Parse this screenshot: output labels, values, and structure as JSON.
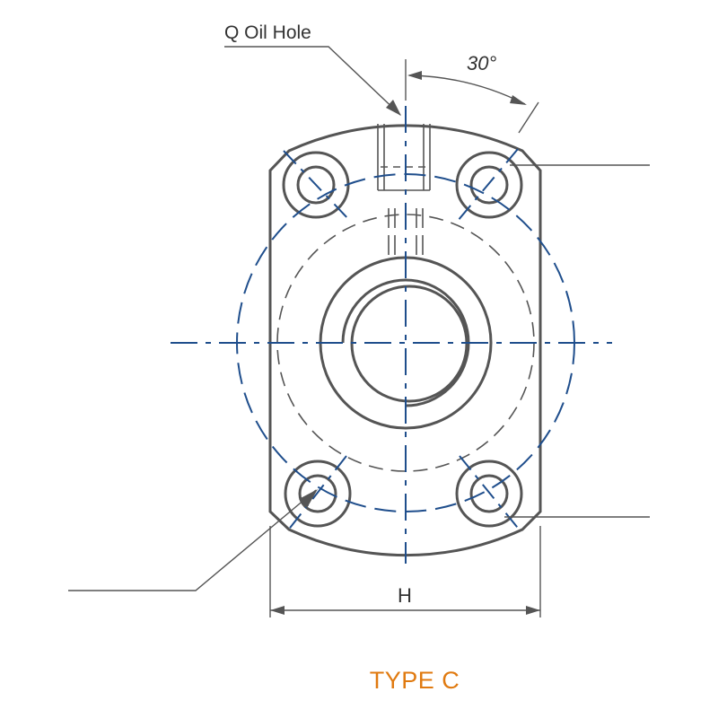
{
  "labels": {
    "oil_hole": "Q Oil Hole",
    "angle": "30°",
    "dimension": "H",
    "type": "TYPE C"
  },
  "colors": {
    "outline": "#555555",
    "centerline": "#1f4e8c",
    "hidden": "#555555",
    "title": "#e07a10"
  }
}
